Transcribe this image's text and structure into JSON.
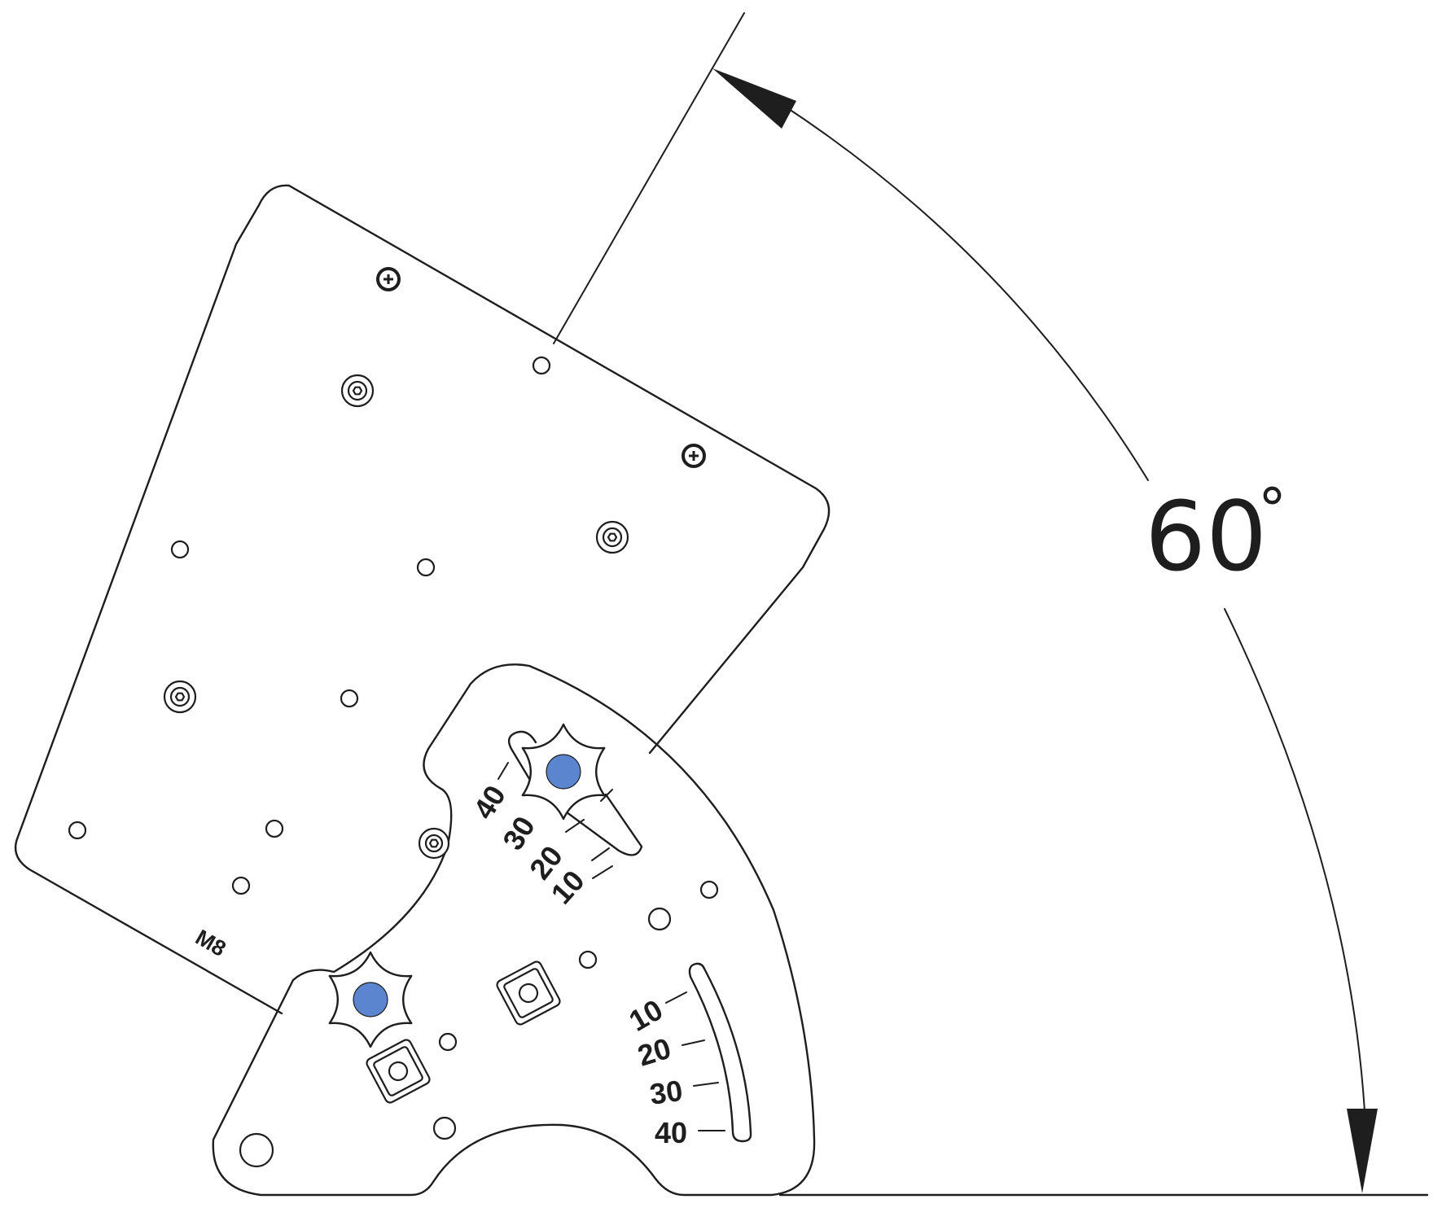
{
  "angle": {
    "value": 60,
    "label": "60",
    "degree_symbol": "°"
  },
  "thread_label": "M8",
  "knob_color": "#5b86cf",
  "line_color": "#1e1e1e",
  "upper_scale": [
    "40",
    "30",
    "20",
    "10"
  ],
  "lower_scale": [
    "10",
    "20",
    "30",
    "40"
  ],
  "icons": {
    "knob": "star-knob-icon",
    "screw": "phillips-screw-icon",
    "bolt": "hex-socket-bolt-icon",
    "nut": "square-nut-icon"
  }
}
